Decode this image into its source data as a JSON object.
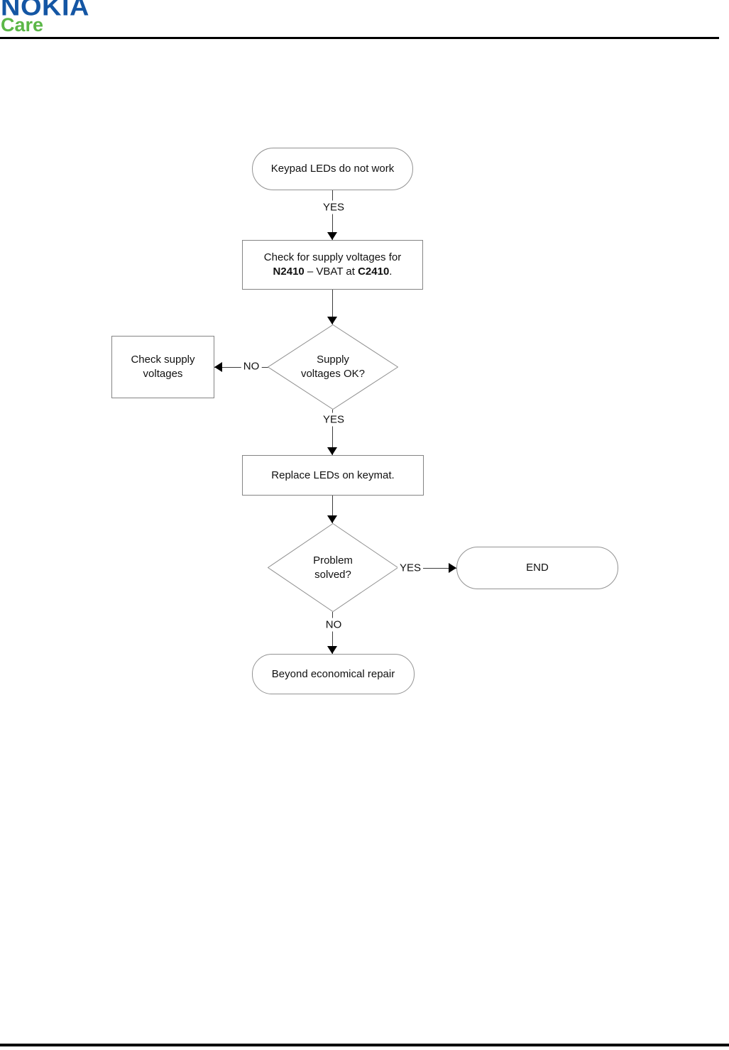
{
  "brand": {
    "nokia_blue": "#1456A4",
    "care_green": "#5BB747",
    "logo_nokia": "NOKIA",
    "logo_care": "Care"
  },
  "flowchart": {
    "nodes": {
      "start": {
        "label": "Keypad LEDs do not work"
      },
      "check_voltage_instruction": {
        "line1": "Check for supply voltages for",
        "bold1": "N2410",
        "mid": " – VBAT at ",
        "bold2": "C2410",
        "tail": "."
      },
      "supply_ok_decision": {
        "label": "Supply\nvoltages OK?"
      },
      "check_supply_voltages": {
        "label": "Check supply\nvoltages"
      },
      "replace_leds": {
        "label": "Replace LEDs on keymat."
      },
      "problem_solved_decision": {
        "label": "Problem\nsolved?"
      },
      "end": {
        "label": "END"
      },
      "beyond_repair": {
        "label": "Beyond economical repair"
      }
    },
    "edge_labels": {
      "start_yes": "YES",
      "supply_no": "NO",
      "supply_yes": "YES",
      "problem_yes": "YES",
      "problem_no": "NO"
    }
  }
}
